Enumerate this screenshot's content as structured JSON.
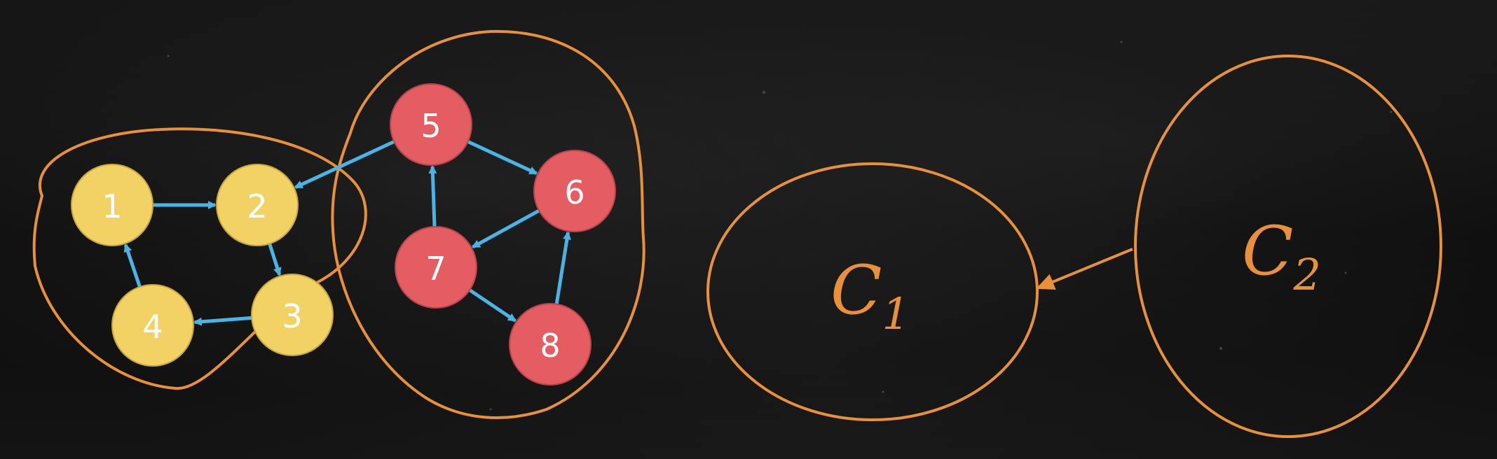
{
  "colors": {
    "background": "#0d0d0d",
    "cluster_outline": "#e8913a",
    "edge": "#4bb4e6",
    "node_yellow": "#f2d264",
    "node_red": "#e35d63",
    "label": "#ffffff"
  },
  "graph": {
    "nodes": [
      {
        "id": "1",
        "label": "1",
        "group": "yellow"
      },
      {
        "id": "2",
        "label": "2",
        "group": "yellow"
      },
      {
        "id": "3",
        "label": "3",
        "group": "yellow"
      },
      {
        "id": "4",
        "label": "4",
        "group": "yellow"
      },
      {
        "id": "5",
        "label": "5",
        "group": "red"
      },
      {
        "id": "6",
        "label": "6",
        "group": "red"
      },
      {
        "id": "7",
        "label": "7",
        "group": "red"
      },
      {
        "id": "8",
        "label": "8",
        "group": "red"
      }
    ],
    "edges": [
      {
        "from": "1",
        "to": "2"
      },
      {
        "from": "2",
        "to": "3"
      },
      {
        "from": "3",
        "to": "4"
      },
      {
        "from": "4",
        "to": "1"
      },
      {
        "from": "5",
        "to": "6"
      },
      {
        "from": "6",
        "to": "7"
      },
      {
        "from": "7",
        "to": "5"
      },
      {
        "from": "7",
        "to": "8"
      },
      {
        "from": "8",
        "to": "6"
      },
      {
        "from": "5",
        "to": "2"
      }
    ]
  },
  "condensation": {
    "c1": {
      "letter": "C",
      "sub": "1"
    },
    "c2": {
      "letter": "C",
      "sub": "2"
    },
    "edge": {
      "from": "C2",
      "to": "C1"
    }
  }
}
